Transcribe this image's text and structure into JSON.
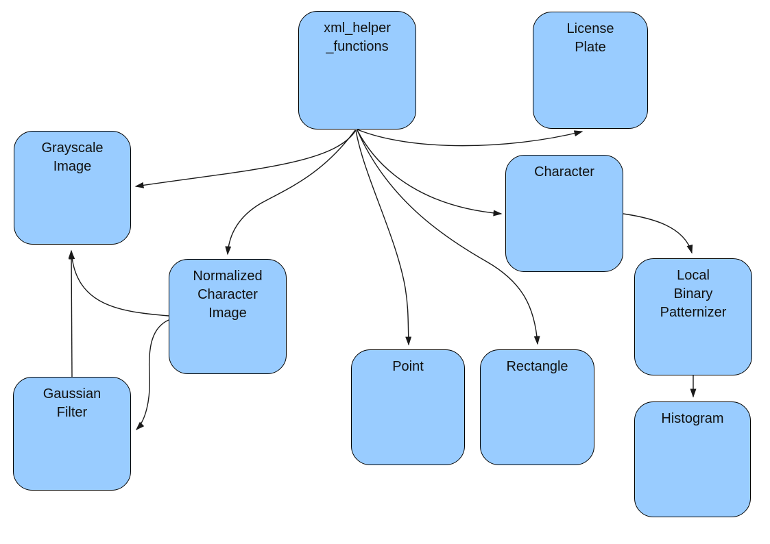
{
  "diagram": {
    "title": "class-dependency-diagram",
    "background_color": "#ffffff",
    "node_fill_color": "#99ccff",
    "node_border_color": "#000000",
    "text_color": "#111111",
    "arrow_color": "#1a1a1a",
    "nodes": [
      {
        "id": "xml_helper_functions",
        "label": "xml_helper\n_functions"
      },
      {
        "id": "license_plate",
        "label": "License\nPlate"
      },
      {
        "id": "grayscale_image",
        "label": "Grayscale\nImage"
      },
      {
        "id": "character",
        "label": "Character"
      },
      {
        "id": "normalized_character_image",
        "label": "Normalized\nCharacter\nImage"
      },
      {
        "id": "local_binary_patternizer",
        "label": "Local\nBinary\nPatternizer"
      },
      {
        "id": "point",
        "label": "Point"
      },
      {
        "id": "rectangle",
        "label": "Rectangle"
      },
      {
        "id": "gaussian_filter",
        "label": "Gaussian\nFilter"
      },
      {
        "id": "histogram",
        "label": "Histogram"
      }
    ],
    "edges": [
      {
        "from": "xml_helper_functions",
        "to": "license_plate"
      },
      {
        "from": "xml_helper_functions",
        "to": "grayscale_image"
      },
      {
        "from": "xml_helper_functions",
        "to": "normalized_character_image"
      },
      {
        "from": "xml_helper_functions",
        "to": "character"
      },
      {
        "from": "xml_helper_functions",
        "to": "point"
      },
      {
        "from": "xml_helper_functions",
        "to": "rectangle"
      },
      {
        "from": "character",
        "to": "local_binary_patternizer"
      },
      {
        "from": "local_binary_patternizer",
        "to": "histogram"
      },
      {
        "from": "gaussian_filter",
        "to": "grayscale_image"
      },
      {
        "from": "normalized_character_image",
        "to": "grayscale_image"
      },
      {
        "from": "normalized_character_image",
        "to": "gaussian_filter"
      }
    ]
  }
}
